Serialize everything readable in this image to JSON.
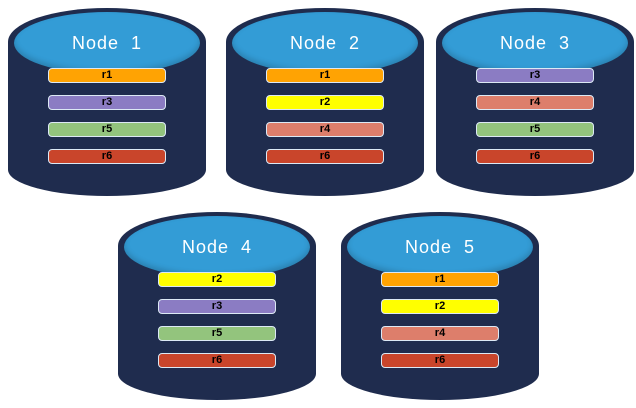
{
  "colors": {
    "background": "#FFFFFF",
    "cylinder_body": "#1F2C4E",
    "cylinder_top": "#339CD6",
    "bar_border": "#DCE9F5",
    "bar_text": "#000000",
    "title_text": "#FFFFFF",
    "replica_palette": {
      "r1": "#FFA303",
      "r2": "#FFFF00",
      "r3": "#8B7CC3",
      "r4": "#DD7E6B",
      "r5": "#93C47D",
      "r6": "#C9452B"
    }
  },
  "nodes": [
    {
      "title": "Node  1",
      "replicas": [
        {
          "label": "r1",
          "color": "#FFA303"
        },
        {
          "label": "r3",
          "color": "#8B7CC3"
        },
        {
          "label": "r5",
          "color": "#93C47D"
        },
        {
          "label": "r6",
          "color": "#C9452B"
        }
      ]
    },
    {
      "title": "Node  2",
      "replicas": [
        {
          "label": "r1",
          "color": "#FFA303"
        },
        {
          "label": "r2",
          "color": "#FFFF00"
        },
        {
          "label": "r4",
          "color": "#DD7E6B"
        },
        {
          "label": "r6",
          "color": "#C9452B"
        }
      ]
    },
    {
      "title": "Node  3",
      "replicas": [
        {
          "label": "r3",
          "color": "#8B7CC3"
        },
        {
          "label": "r4",
          "color": "#DD7E6B"
        },
        {
          "label": "r5",
          "color": "#93C47D"
        },
        {
          "label": "r6",
          "color": "#C9452B"
        }
      ]
    },
    {
      "title": "Node  4",
      "replicas": [
        {
          "label": "r2",
          "color": "#FFFF00"
        },
        {
          "label": "r3",
          "color": "#8B7CC3"
        },
        {
          "label": "r5",
          "color": "#93C47D"
        },
        {
          "label": "r6",
          "color": "#C9452B"
        }
      ]
    },
    {
      "title": "Node  5",
      "replicas": [
        {
          "label": "r1",
          "color": "#FFA303"
        },
        {
          "label": "r2",
          "color": "#FFFF00"
        },
        {
          "label": "r4",
          "color": "#DD7E6B"
        },
        {
          "label": "r6",
          "color": "#C9452B"
        }
      ]
    }
  ]
}
